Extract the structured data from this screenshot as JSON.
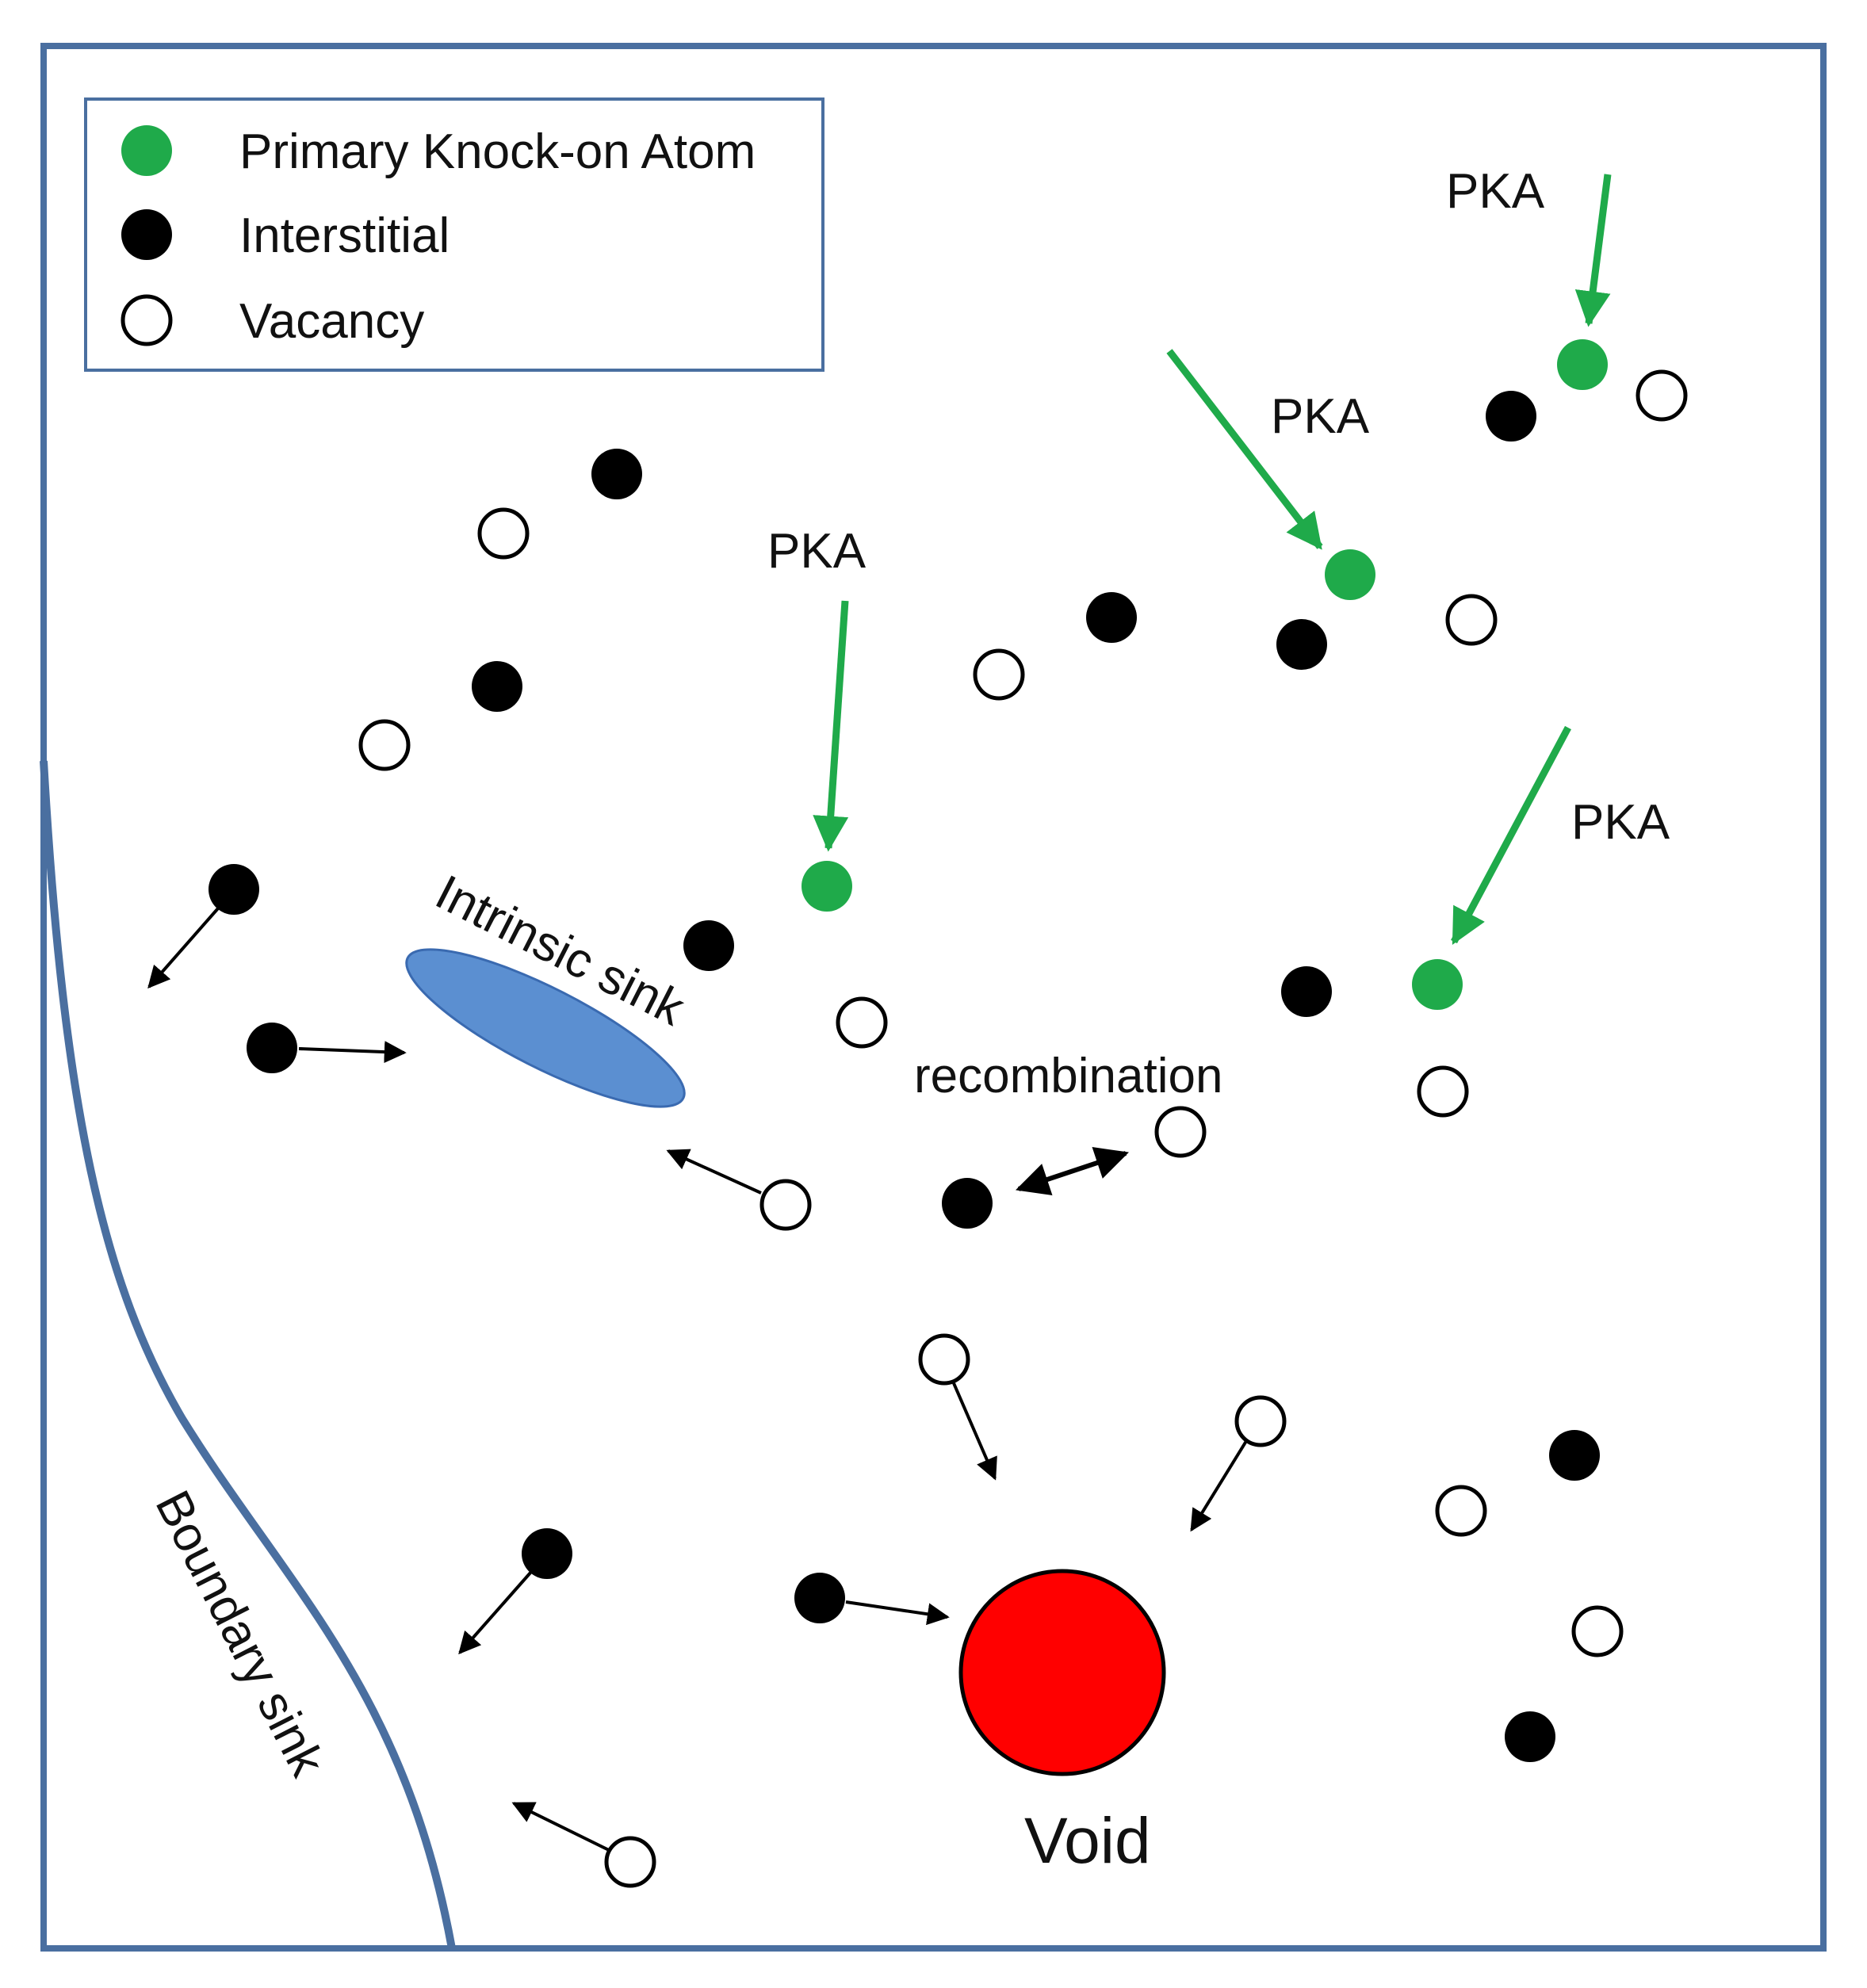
{
  "legend": {
    "items": [
      {
        "kind": "pka",
        "label": "Primary Knock-on Atom"
      },
      {
        "kind": "interstitial",
        "label": "Interstitial"
      },
      {
        "kind": "vacancy",
        "label": "Vacancy"
      }
    ]
  },
  "labels": {
    "pka_1": "PKA",
    "pka_2": "PKA",
    "pka_3": "PKA",
    "pka_4": "PKA",
    "intrinsic_sink": "Intrinsic sink",
    "recombination": "recombination",
    "boundary_sink": "Boundary sink",
    "void": "Void"
  },
  "colors": {
    "frame": "#4a6fa0",
    "pka": "#1faa4a",
    "interstitial": "#000000",
    "vacancy_fill": "#ffffff",
    "intrinsic_sink": "#5b8fd1",
    "boundary_line": "#4a6fa0",
    "void": "#ff0000",
    "arrow": "#000000",
    "pka_arrow": "#1faa4a"
  }
}
